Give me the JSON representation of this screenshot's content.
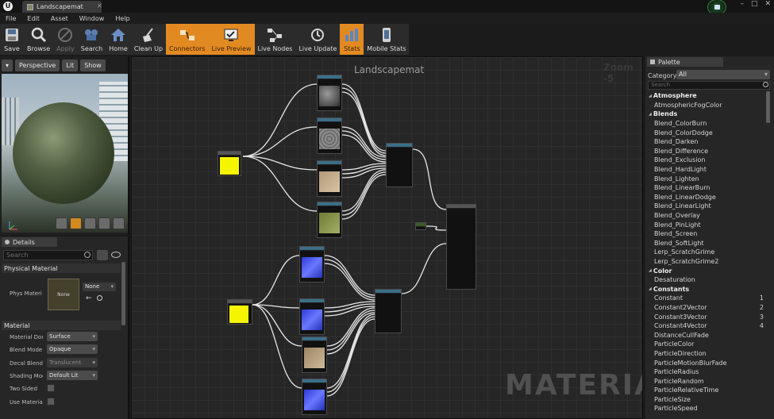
{
  "window": {
    "tab_label": "Landscapemat",
    "controls": [
      "–",
      "□",
      "✕"
    ]
  },
  "menu": [
    "File",
    "Edit",
    "Asset",
    "Window",
    "Help"
  ],
  "toolbar": [
    {
      "label": "Save",
      "icon": "save-icon",
      "state": "normal"
    },
    {
      "label": "Browse",
      "icon": "browse-icon",
      "state": "normal"
    },
    {
      "label": "Apply",
      "icon": "apply-icon",
      "state": "disabled"
    },
    {
      "label": "Search",
      "icon": "search-icon",
      "state": "normal"
    },
    {
      "label": "Home",
      "icon": "home-icon",
      "state": "normal"
    },
    {
      "label": "Clean Up",
      "icon": "clean-up-icon",
      "state": "normal"
    },
    {
      "label": "Connectors",
      "icon": "connectors-icon",
      "state": "active"
    },
    {
      "label": "Live Preview",
      "icon": "live-preview-icon",
      "state": "active"
    },
    {
      "label": "Live Nodes",
      "icon": "live-nodes-icon",
      "state": "normal"
    },
    {
      "label": "Live Update",
      "icon": "live-update-icon",
      "state": "normal"
    },
    {
      "label": "Stats",
      "icon": "stats-icon",
      "state": "active"
    },
    {
      "label": "Mobile Stats",
      "icon": "mobile-stats-icon",
      "state": "normal"
    }
  ],
  "viewport": {
    "menu_label": "▾",
    "perspective_label": "Perspective",
    "lit_label": "Lit",
    "show_label": "Show"
  },
  "details": {
    "tab_label": "Details",
    "search_placeholder": "Search",
    "physical_section": "Physical Material",
    "phys_label": "Phys Materi",
    "phys_thumb_text": "None",
    "phys_combo": "None",
    "material_section": "Material",
    "properties": [
      {
        "label": "Material Don",
        "value": "Surface",
        "kind": "combo",
        "dim": false
      },
      {
        "label": "Blend Mode",
        "value": "Opaque",
        "kind": "combo",
        "dim": false
      },
      {
        "label": "Decal Blend",
        "value": "Translucent",
        "kind": "combo",
        "dim": true
      },
      {
        "label": "Shading Moc",
        "value": "Default Lit",
        "kind": "combo",
        "dim": false
      },
      {
        "label": "Two Sided",
        "value": "",
        "kind": "check",
        "dim": false
      },
      {
        "label": "Use Material",
        "value": "",
        "kind": "check",
        "dim": false
      }
    ]
  },
  "graph": {
    "title": "Landscapemat",
    "zoom": "Zoom -5",
    "watermark": "MATERIAL"
  },
  "palette": {
    "tab_label": "Palette",
    "category_label": "Category:",
    "category_value": "All",
    "search_placeholder": "Search",
    "rows": [
      {
        "t": "Atmosphere",
        "c": true
      },
      {
        "t": "AtmosphericFogColor"
      },
      {
        "t": "Blends",
        "c": true
      },
      {
        "t": "Blend_ColorBurn"
      },
      {
        "t": "Blend_ColorDodge"
      },
      {
        "t": "Blend_Darken"
      },
      {
        "t": "Blend_Difference"
      },
      {
        "t": "Blend_Exclusion"
      },
      {
        "t": "Blend_HardLight"
      },
      {
        "t": "Blend_Lighten"
      },
      {
        "t": "Blend_LinearBurn"
      },
      {
        "t": "Blend_LinearDodge"
      },
      {
        "t": "Blend_LinearLight"
      },
      {
        "t": "Blend_Overlay"
      },
      {
        "t": "Blend_PinLight"
      },
      {
        "t": "Blend_Screen"
      },
      {
        "t": "Blend_SoftLight"
      },
      {
        "t": "Lerp_ScratchGrime"
      },
      {
        "t": "Lerp_ScratchGrime2"
      },
      {
        "t": "Color",
        "c": true
      },
      {
        "t": "Desaturation"
      },
      {
        "t": "Constants",
        "c": true
      },
      {
        "t": "Constant",
        "k": "1"
      },
      {
        "t": "Constant2Vector",
        "k": "2"
      },
      {
        "t": "Constant3Vector",
        "k": "3"
      },
      {
        "t": "Constant4Vector",
        "k": "4"
      },
      {
        "t": "DistanceCullFade"
      },
      {
        "t": "ParticleColor"
      },
      {
        "t": "ParticleDirection"
      },
      {
        "t": "ParticleMotionBlurFade"
      },
      {
        "t": "ParticleRadius"
      },
      {
        "t": "ParticleRandom"
      },
      {
        "t": "ParticleRelativeTime"
      },
      {
        "t": "ParticleSize"
      },
      {
        "t": "ParticleSpeed"
      }
    ]
  }
}
